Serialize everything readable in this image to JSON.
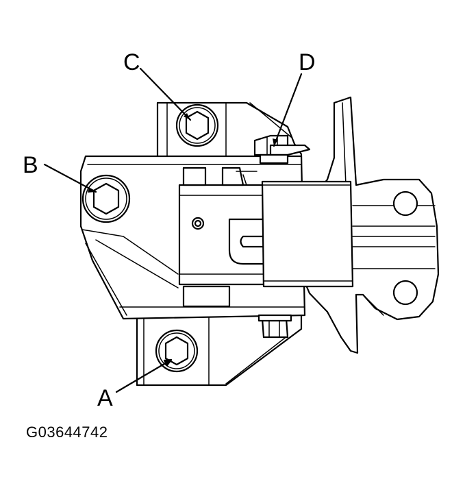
{
  "labels": {
    "a": "A",
    "b": "B",
    "c": "C",
    "d": "D"
  },
  "figure_id": "G03644742",
  "colors": {
    "ink": "#000000",
    "paper": "#ffffff"
  }
}
